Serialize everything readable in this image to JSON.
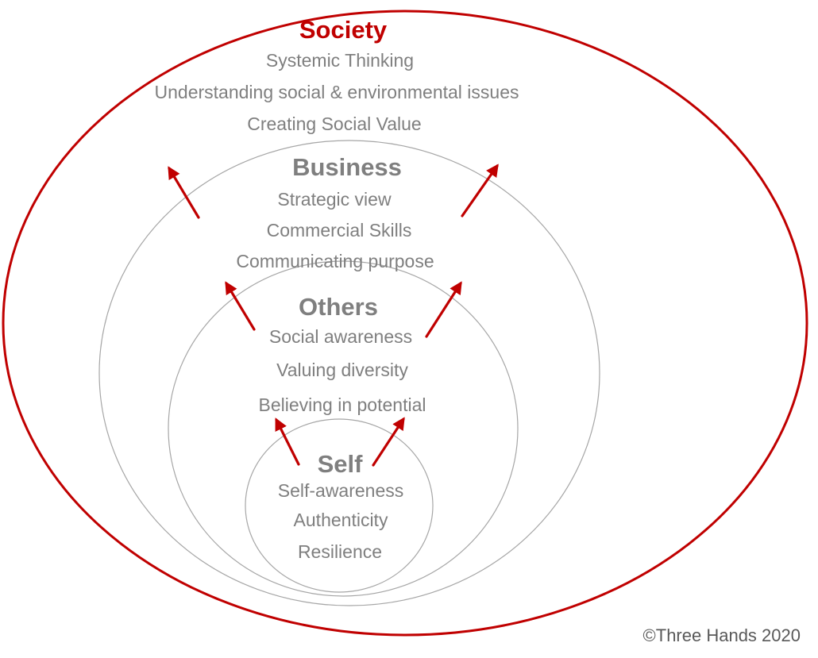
{
  "colors": {
    "accent": "#C00000",
    "text": "#7F7F7F",
    "ring": "#A6A6A6"
  },
  "society": {
    "title": "Society",
    "items": [
      "Systemic Thinking",
      "Understanding social & environmental issues",
      "Creating Social Value"
    ]
  },
  "business": {
    "title": "Business",
    "items": [
      "Strategic view",
      "Commercial Skills",
      "Communicating purpose"
    ]
  },
  "others": {
    "title": "Others",
    "items": [
      "Social awareness",
      "Valuing diversity",
      "Believing in potential"
    ]
  },
  "self": {
    "title": "Self",
    "items": [
      "Self-awareness",
      "Authenticity",
      "Resilience"
    ]
  },
  "copyright": "©Three Hands 2020"
}
